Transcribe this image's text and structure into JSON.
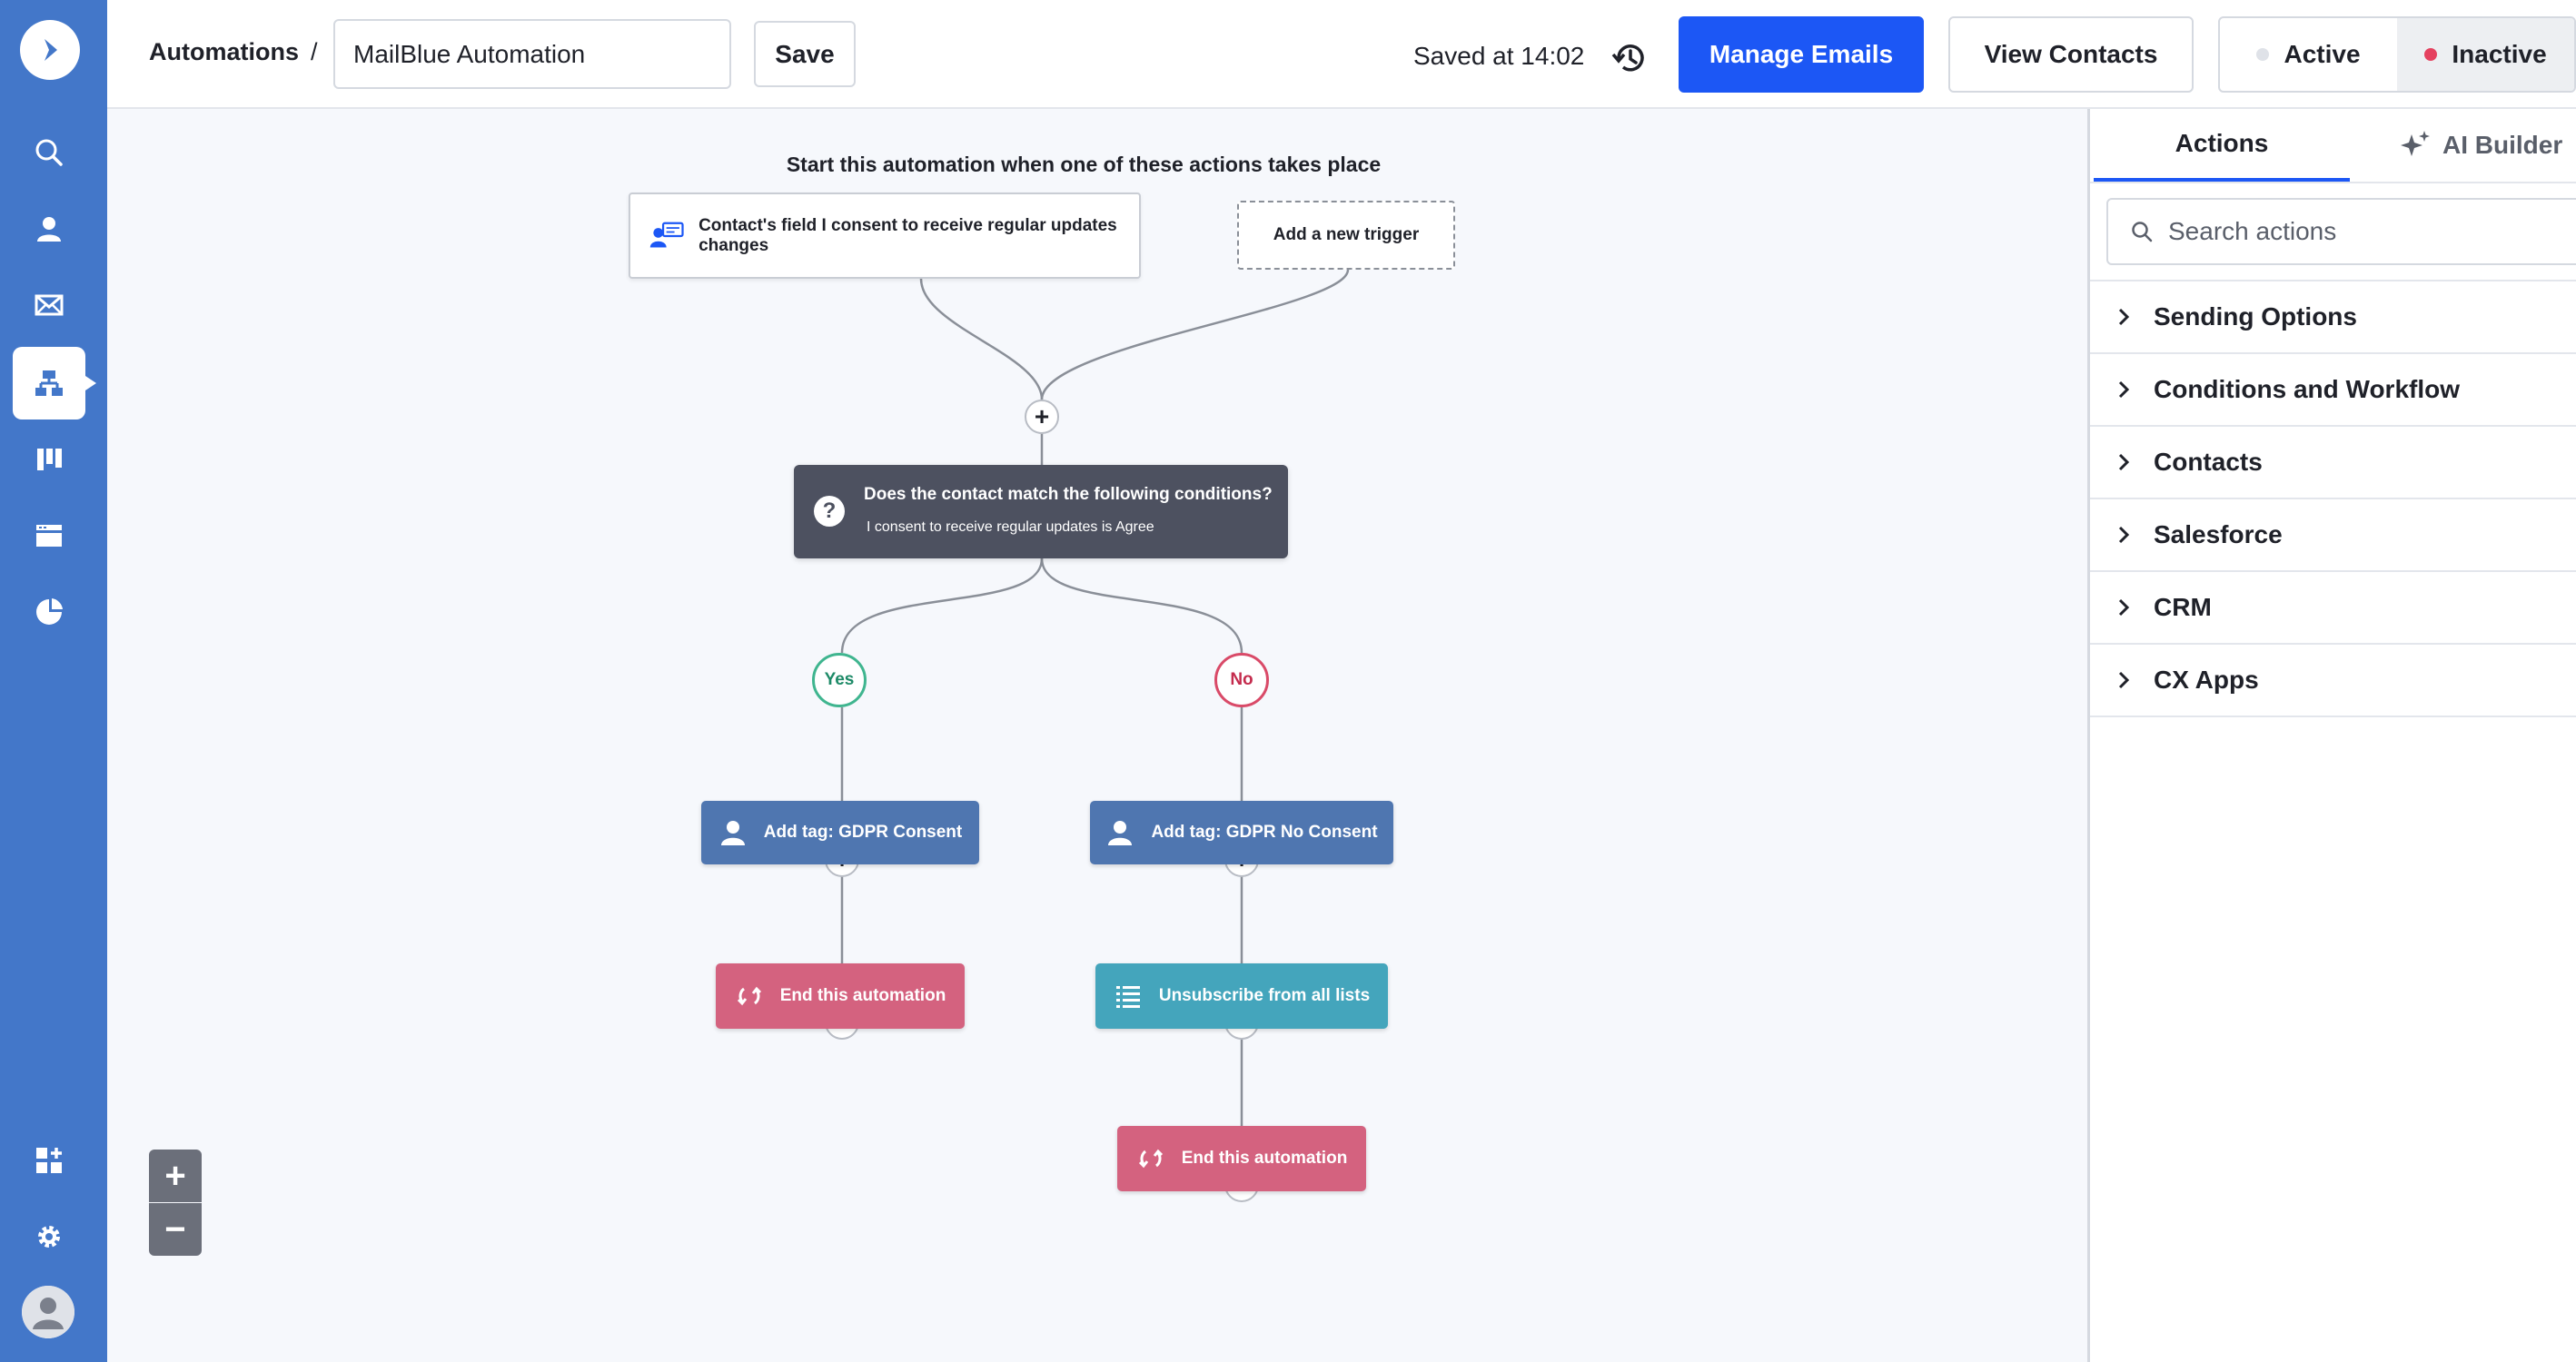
{
  "header": {
    "breadcrumb": "Automations",
    "separator": "/",
    "automation_name": "MailBlue Automation",
    "save_label": "Save",
    "saved_at": "Saved at 14:02",
    "manage_emails_label": "Manage Emails",
    "view_contacts_label": "View Contacts",
    "status": {
      "options": [
        "Active",
        "Inactive"
      ],
      "selected": "Inactive",
      "active_dot_color": "#dfe2e8",
      "inactive_dot_color": "#e5415f"
    }
  },
  "canvas": {
    "start_text": "Start this automation when one of these actions takes place",
    "trigger_label": "Contact's field I consent to receive regular updates changes",
    "add_trigger_label": "Add a new trigger",
    "condition": {
      "title": "Does the contact match the following conditions?",
      "subtitle": "I consent to receive regular updates is Agree"
    },
    "yes_label": "Yes",
    "no_label": "No",
    "yes_branch": {
      "tag_action": "Add tag: GDPR Consent",
      "end_action": "End this automation"
    },
    "no_branch": {
      "tag_action": "Add tag: GDPR No Consent",
      "unsubscribe_action": "Unsubscribe from all lists",
      "end_action": "End this automation"
    },
    "plus_symbol": "+",
    "zoom_in": "+",
    "zoom_out": "−"
  },
  "panel": {
    "tabs": [
      "Actions",
      "AI Builder"
    ],
    "active_tab": "Actions",
    "search_placeholder": "Search actions",
    "categories": [
      "Sending Options",
      "Conditions and Workflow",
      "Contacts",
      "Salesforce",
      "CRM",
      "CX Apps"
    ]
  },
  "nav": {
    "icons": [
      "logo-icon",
      "search-icon",
      "contacts-icon",
      "email-icon",
      "automations-icon",
      "pipeline-icon",
      "site-icon",
      "reports-icon",
      "apps-icon",
      "settings-icon",
      "user-avatar-icon"
    ],
    "active": "automations-icon"
  },
  "colors": {
    "nav_bg": "#4377c9",
    "primary_blue": "#1c57f5",
    "condition_bg": "#4d5160",
    "tag_action": "#4f76b0",
    "end_action": "#d4627f",
    "unsubscribe_action": "#44a5bc",
    "yes_green": "#3fb58f",
    "no_red": "#d94a68"
  }
}
